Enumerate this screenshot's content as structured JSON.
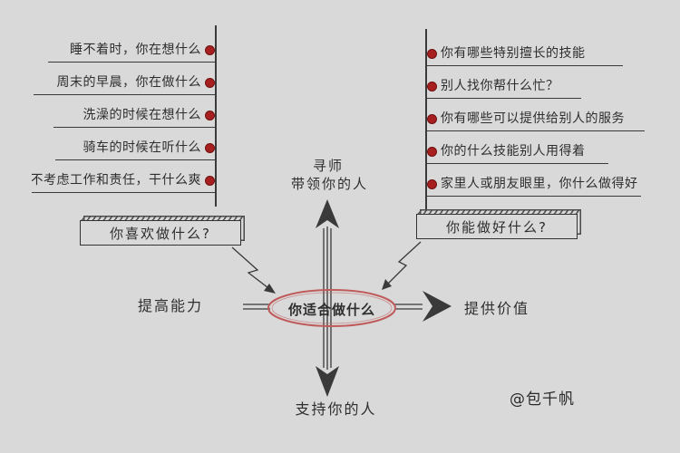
{
  "palette": {
    "paper": "#d9d9d9",
    "ink": "#333333",
    "bullet_red": "#a81f1f",
    "oval_stroke": "#c05b5b"
  },
  "left_list": {
    "items": [
      "睡不着时，你在想什么",
      "周末的早晨，你在做什么",
      "洗澡的时候在想什么",
      "骑车的时候在听什么",
      "不考虑工作和责任，干什么爽"
    ]
  },
  "right_list": {
    "items": [
      "你有哪些特别擅长的技能",
      "别人找你帮什么忙？",
      "你有哪些可以提供给别人的服务",
      "你的什么技能别人用得着",
      "家里人或朋友眼里，你什么做得好"
    ]
  },
  "boxes": {
    "left_label": "你喜欢做什么?",
    "right_label": "你能做好什么?"
  },
  "center": {
    "label": "你适合做什么"
  },
  "directions": {
    "top_line1": "寻师",
    "top_line2": "带领你的人",
    "bottom": "支持你的人",
    "left": "提高能力",
    "right": "提供价值"
  },
  "signature": "@包千帆"
}
